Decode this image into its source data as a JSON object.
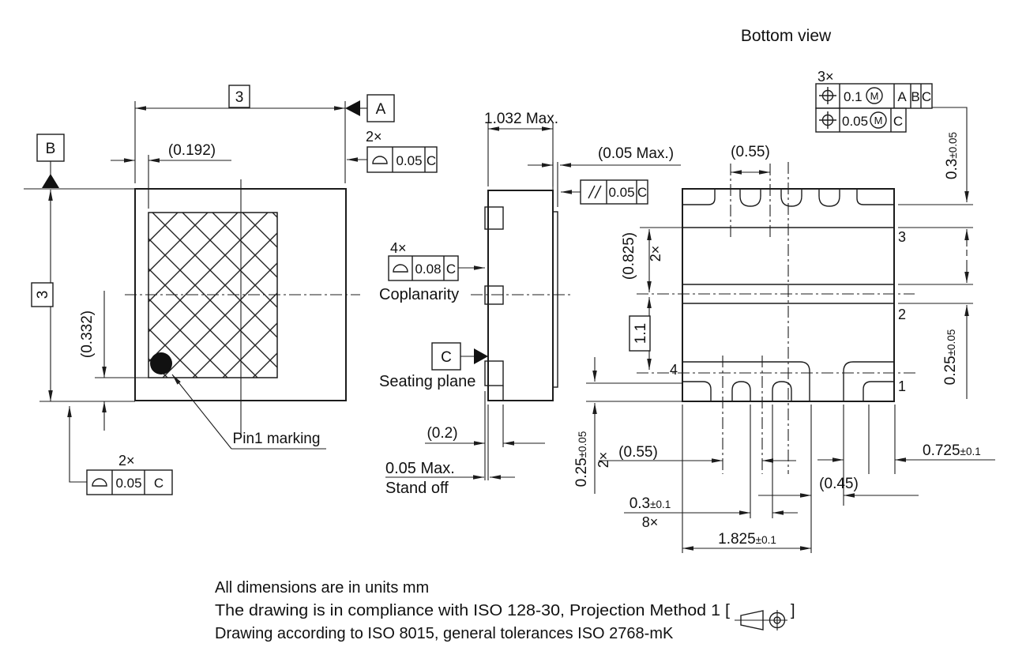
{
  "top_view": {
    "dim_overall_w": "3",
    "dim_overall_h": "3",
    "dim_mark_x": "(0.192)",
    "dim_mark_y": "(0.332)",
    "pin1_label": "Pin1 marking",
    "datum_a": "A",
    "datum_b": "B",
    "fcf_edge_top": {
      "qty": "2×",
      "tol": "0.05",
      "datum": "C"
    },
    "fcf_edge_bottom": {
      "qty": "2×",
      "tol": "0.05",
      "datum": "C"
    }
  },
  "side_view": {
    "dim_height": "1.032 Max.",
    "dim_layer": "(0.05 Max.)",
    "fcf_parallelism": {
      "tol": "0.05",
      "datum": "C"
    },
    "fcf_coplanarity": {
      "qty": "4×",
      "tol": "0.08",
      "datum": "C"
    },
    "coplanarity_label": "Coplanarity",
    "datum_c": "C",
    "seating_plane_label": "Seating plane",
    "dim_terminal": "(0.2)",
    "standoff_value": "0.05 Max.",
    "standoff_label": "Stand off"
  },
  "bottom_view": {
    "title": "Bottom view",
    "fcf_qty": "3×",
    "fcf_r1": {
      "tol": "0.1",
      "mod": "M",
      "d1": "A",
      "d2": "B",
      "d3": "C"
    },
    "fcf_r2": {
      "tol": "0.05",
      "mod": "M",
      "d1": "C"
    },
    "dim_top_pitch": "(0.55)",
    "dim_pad3": {
      "v": "0.3",
      "t": "±0.05"
    },
    "dim_pad2": {
      "v": "0.25",
      "t": "±0.05"
    },
    "dim_pads14": {
      "v": "0.25",
      "t": "±0.05",
      "qty": "2×"
    },
    "dim_side_pad": {
      "v": "(0.825)",
      "qty": "2×"
    },
    "dim_pitch_v": "1.1",
    "dim_bot_pitch": "(0.55)",
    "dim_notch": {
      "v": "0.3",
      "t": "±0.1",
      "qty": "8×"
    },
    "dim_corner": "(0.45)",
    "dim_pin1pad": {
      "v": "0.725",
      "t": "±0.1"
    },
    "dim_pad4len": {
      "v": "1.825",
      "t": "±0.1"
    },
    "pins": {
      "p1": "1",
      "p2": "2",
      "p3": "3",
      "p4": "4"
    }
  },
  "notes": {
    "line1": "All dimensions are in units mm",
    "line2": "The drawing is in compliance with ISO 128-30, Projection Method 1 [",
    "line2_close": "]",
    "line3": "Drawing according to ISO 8015, general tolerances ISO 2768-mK"
  }
}
